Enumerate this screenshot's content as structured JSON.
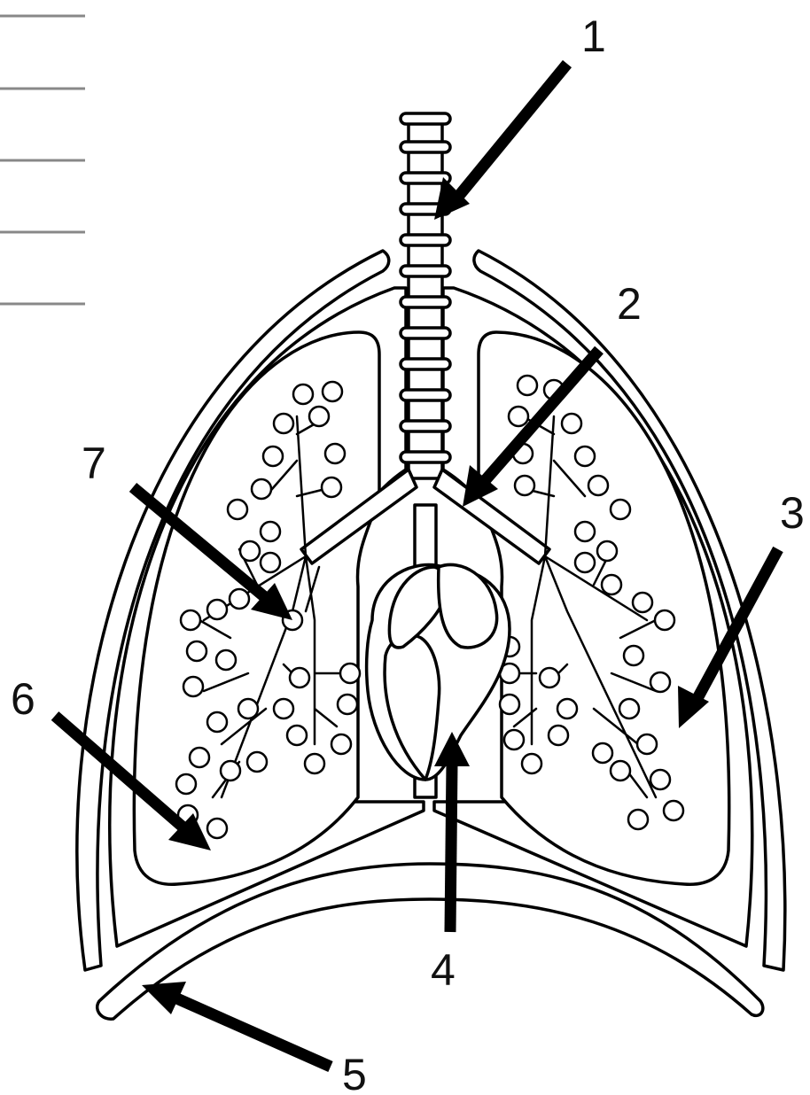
{
  "diagram": {
    "labels": [
      "1",
      "2",
      "3",
      "4",
      "5",
      "6",
      "7"
    ],
    "answer_blank_count": 5,
    "colors": {
      "line": "#000000",
      "background": "#ffffff",
      "blank_line": "#888888"
    },
    "icons": [
      "trachea-icon",
      "bronchi-icon",
      "lung-icon",
      "heart-icon",
      "diaphragm-icon",
      "alveoli-icon",
      "rib-cage-icon"
    ]
  }
}
